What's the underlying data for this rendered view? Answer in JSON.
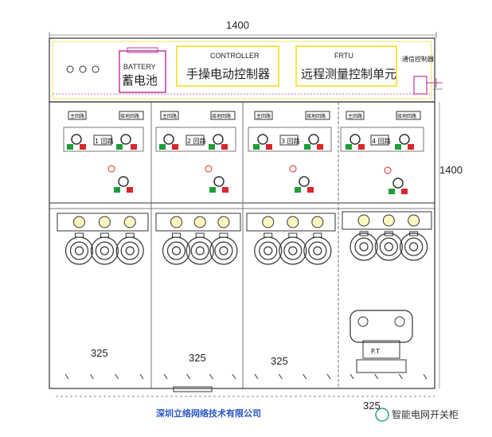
{
  "dimensions": {
    "width_top": "1400",
    "height_right": "1400",
    "unit_widths": [
      "325",
      "325",
      "325",
      "325"
    ]
  },
  "top_modules": {
    "battery": {
      "en": "BATTERY",
      "cn": "蓄电池"
    },
    "controller": {
      "en": "CONTROLLER",
      "cn": "手操电动控制器"
    },
    "frtu": {
      "en": "FRTU",
      "cn": "远程测量控制单元"
    },
    "comm": "通信控制器"
  },
  "units": [
    {
      "main": "主回路",
      "ground": "接地回路",
      "loop": "1 回路"
    },
    {
      "main": "主回路",
      "ground": "接地回路",
      "loop": "2 回路"
    },
    {
      "main": "主回路",
      "ground": "接地回路",
      "loop": "3 回路"
    },
    {
      "main": "主回路",
      "ground": "接地回路",
      "loop": "4 回路"
    }
  ],
  "pt_label": "P.T",
  "company": "深圳立络网络技术有限公司",
  "watermark": "智能电网开关柜",
  "colors": {
    "green": "#1f9d3a",
    "red": "#d8262c",
    "yellow_box": "#f4e64a",
    "magenta": "#c0399f",
    "blue_text": "#2a56c6"
  }
}
